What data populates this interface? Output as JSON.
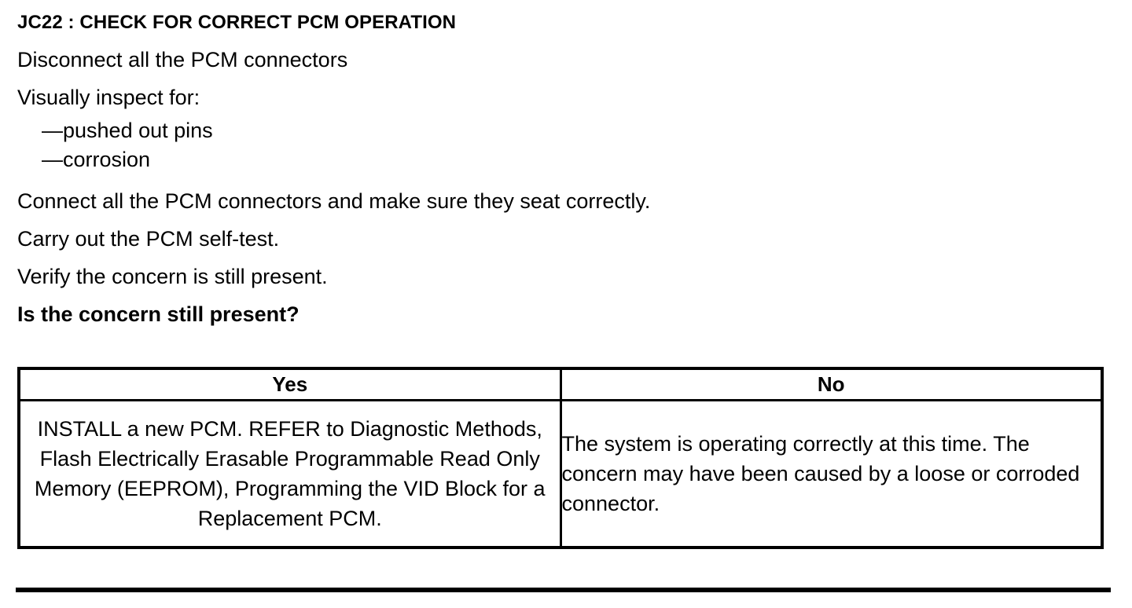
{
  "document": {
    "step_title": "JC22 : CHECK FOR CORRECT PCM OPERATION",
    "procedure_lines": [
      "Disconnect all the PCM connectors",
      "Visually inspect for:"
    ],
    "sub_items": [
      "—pushed out pins",
      "—corrosion"
    ],
    "procedure_lines_after": [
      "Connect all the PCM connectors and make sure they seat correctly.",
      "Carry out the PCM self-test.",
      "Verify the concern is still present."
    ],
    "question": "Is the concern still present?"
  },
  "decision_table": {
    "headers": {
      "yes": "Yes",
      "no": "No"
    },
    "cells": {
      "yes": "INSTALL a new PCM.  REFER to Diagnostic Methods, Flash Electrically Erasable Programmable Read Only Memory (EEPROM), Programming the VID Block for a Replacement PCM.",
      "no": "The system is operating correctly at this time. The concern may have been caused by a loose or corroded connector."
    }
  },
  "colors": {
    "text": "#000000",
    "background": "#ffffff",
    "rule": "#000000"
  }
}
